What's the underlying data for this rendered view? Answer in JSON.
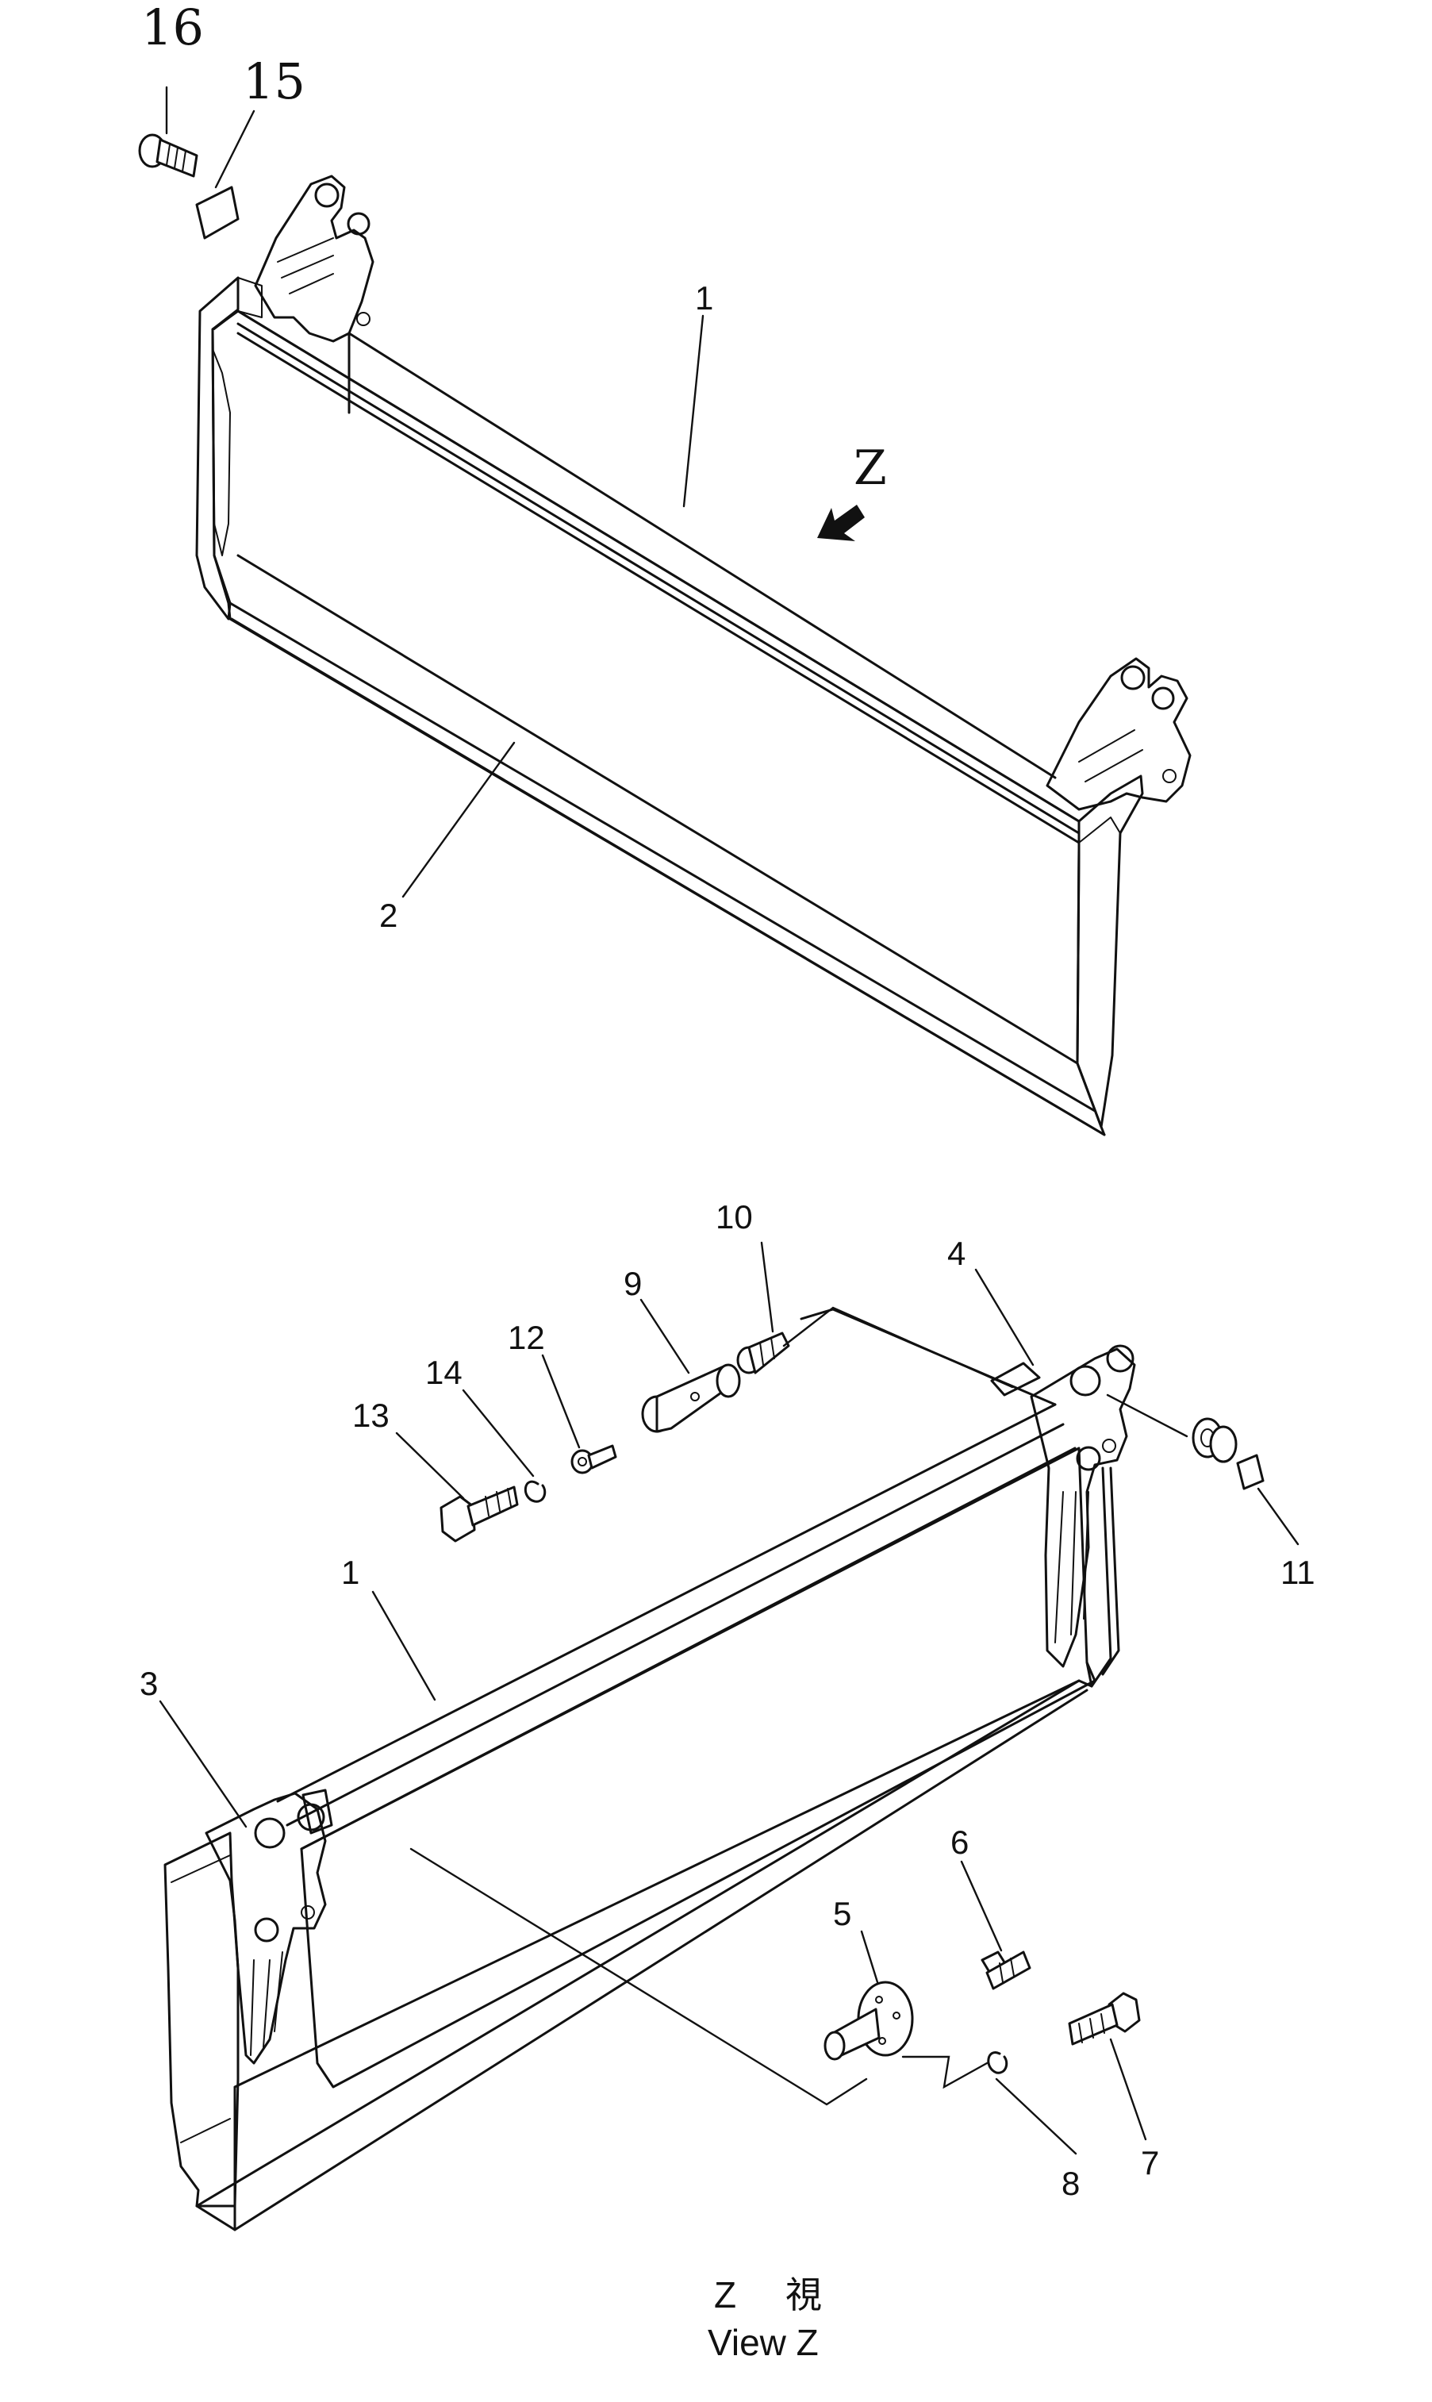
{
  "diagram": {
    "view_marker": "Z",
    "callouts": {
      "c16": "16",
      "c15": "15",
      "c1_top": "1",
      "c2": "2",
      "c10": "10",
      "c4": "4",
      "c9": "9",
      "c12": "12",
      "c14": "14",
      "c13": "13",
      "c1_bottom": "1",
      "c11": "11",
      "c3": "3",
      "c6": "6",
      "c5": "5",
      "c7": "7",
      "c8": "8"
    },
    "caption": {
      "line1_letter": "Z",
      "line1_kanji": "視",
      "line2": "View Z"
    }
  }
}
